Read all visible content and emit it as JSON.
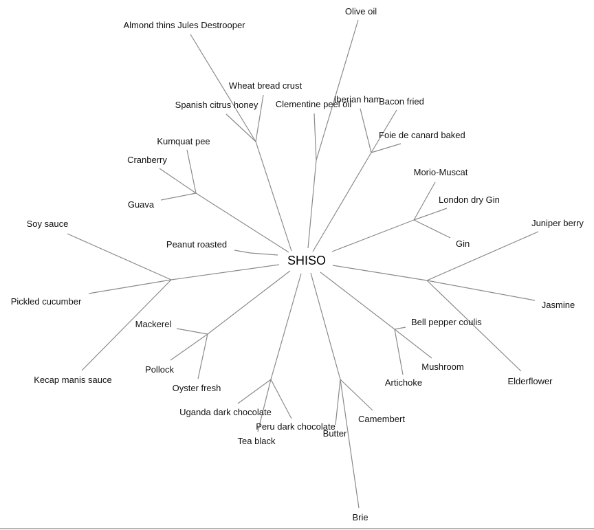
{
  "diagram": {
    "type": "radial-tree",
    "root": "SHISO",
    "groups": [
      {
        "id": "g1",
        "members": [
          "Almond thins Jules Destrooper",
          "Wheat bread crust",
          "Spanish citrus honey"
        ]
      },
      {
        "id": "g2",
        "members": [
          "Clementine peel oil",
          "Olive oil"
        ]
      },
      {
        "id": "g3",
        "members": [
          "Iberian ham",
          "Bacon fried",
          "Foie de canard baked"
        ]
      },
      {
        "id": "g4",
        "members": [
          "Morio-Muscat",
          "London dry Gin",
          "Gin"
        ]
      },
      {
        "id": "g5",
        "members": [
          "Juniper berry",
          "Jasmine",
          "Elderflower"
        ]
      },
      {
        "id": "g6",
        "members": [
          "Bell pepper coulis",
          "Mushroom",
          "Artichoke"
        ]
      },
      {
        "id": "g7",
        "members": [
          "Butter",
          "Brie",
          "Camembert"
        ]
      },
      {
        "id": "g8",
        "members": [
          "Uganda dark chocolate",
          "Peru dark chocolate",
          "Tea black"
        ]
      },
      {
        "id": "g9",
        "members": [
          "Mackerel",
          "Pollock",
          "Oyster fresh"
        ]
      },
      {
        "id": "g10",
        "members": [
          "Soy sauce",
          "Pickled cucumber",
          "Kecap manis sauce"
        ]
      },
      {
        "id": "g11",
        "members": [
          "Kumquat pee",
          "Cranberry",
          "Guava"
        ]
      },
      {
        "id": "g12",
        "members": [
          "Peanut roasted"
        ]
      }
    ]
  },
  "style": {
    "edge_color": "#8a8a8a",
    "text_color": "#111111"
  }
}
